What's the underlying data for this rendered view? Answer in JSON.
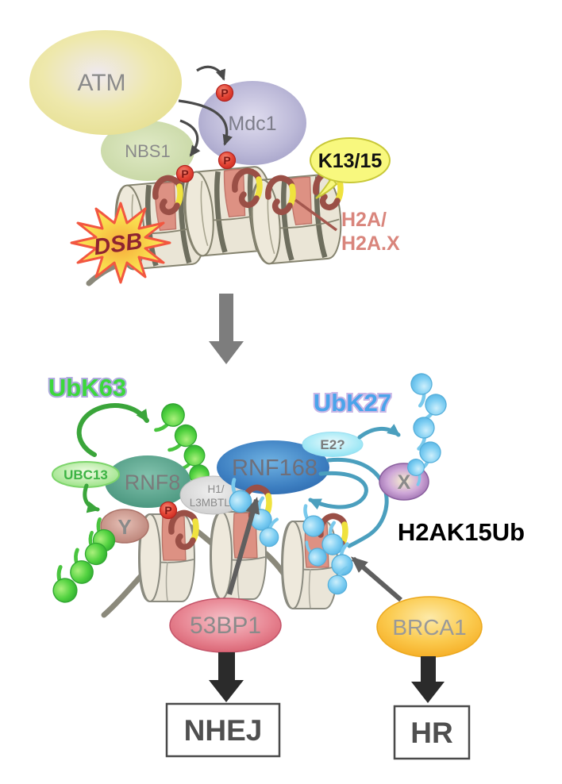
{
  "diagram": {
    "top": {
      "atm": "ATM",
      "nbs1": "NBS1",
      "mdc1": "Mdc1",
      "k13_15": "K13/15",
      "dsb": "DSB",
      "h2a_line1": "H2A/",
      "h2a_line2": "H2A.X",
      "phospho": "P"
    },
    "bottom": {
      "ubk63": "UbK63",
      "ubk27": "UbK27",
      "ubc13": "UBC13",
      "rnf8": "RNF8",
      "h1_line1": "H1/",
      "h1_line2": "L3MBTL2",
      "rnf168": "RNF168",
      "e2": "E2?",
      "x": "X",
      "y": "Y",
      "h2ak15ub": "H2AK15Ub",
      "p53bp1": "53BP1",
      "brca1": "BRCA1",
      "nhej": "NHEJ",
      "hr": "HR"
    },
    "colors": {
      "atm_fill": "#e9e2a0",
      "nbs1_fill": "#cdd9ab",
      "mdc1_fill": "#b3b0d2",
      "phospho_red": "#e04434",
      "nucleosome_beige": "#eae5d6",
      "histone_band_salmon": "#dd9183",
      "tail_maroon": "#9a4f46",
      "ubiquitin_site_yellow": "#efe23e",
      "dsb_outline": "#f25740",
      "dsb_text": "#8e2430",
      "k_bubble_yellow": "#f8f87e",
      "ubk63_green": "#3cd83c",
      "ubk27_blue": "#4aa4ea",
      "k63_chain_green": "#52d240",
      "k27_chain_blue": "#82d0f3",
      "rnf8_teal": "#47947c",
      "ubc13_green": "#8fdf79",
      "rnf168_blue": "#3e80c2",
      "e2_cyan": "#7fdff2",
      "x_purple": "#9668ab",
      "y_rose": "#b97f74",
      "h1_gray": "#cdcdcd",
      "p53bp1_pink": "#e88794",
      "brca1_orange": "#fbcb50",
      "outcome_text": "#4f4f4f",
      "arrow_black": "#2b2b2b",
      "arrow_gray": "#5f5f5f",
      "transition_arrow": "#7d7d7d"
    }
  }
}
